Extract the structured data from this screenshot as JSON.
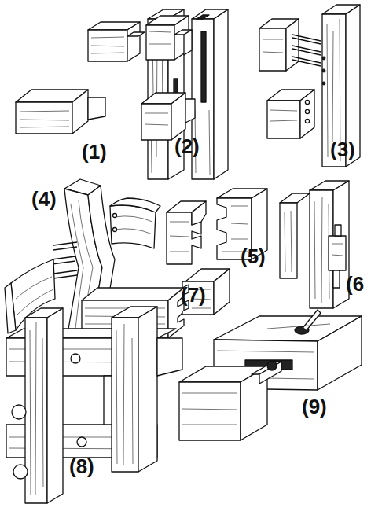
{
  "diagram": {
    "labels": [
      "(1)",
      "(2)",
      "(3)",
      "(4)",
      "(5)",
      "(6",
      "(7)",
      "(8)",
      "(9)"
    ]
  }
}
